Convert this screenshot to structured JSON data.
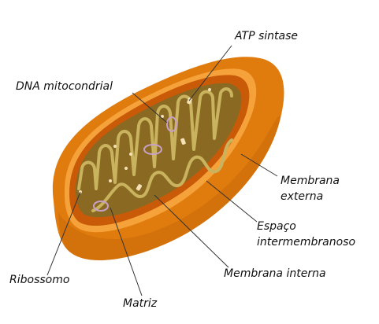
{
  "labels": {
    "atp_sintase": "ATP sintase",
    "dna_mitocondrial": "DNA mitocondrial",
    "membrana_externa_line1": "Membrana",
    "membrana_externa_line2": "externa",
    "espaco_line1": "Espaço",
    "espaco_line2": "intermembranoso",
    "membrana_interna": "Membrana interna",
    "ribossomo": "Ribossomo",
    "matriz": "Matriz"
  },
  "colors": {
    "outer_membrane": "#E07C0E",
    "outer_membrane_shadow": "#B55A06",
    "inner_rim": "#F6A23A",
    "intermembrane_space": "#C85A08",
    "matrix": "#8A6A22",
    "cristae_stroke": "#C9B35E",
    "dna_loop": "#C7A0C8",
    "atp_synthase": "#F4E1B5",
    "leader_line": "#333333",
    "background": "#FFFFFF"
  }
}
